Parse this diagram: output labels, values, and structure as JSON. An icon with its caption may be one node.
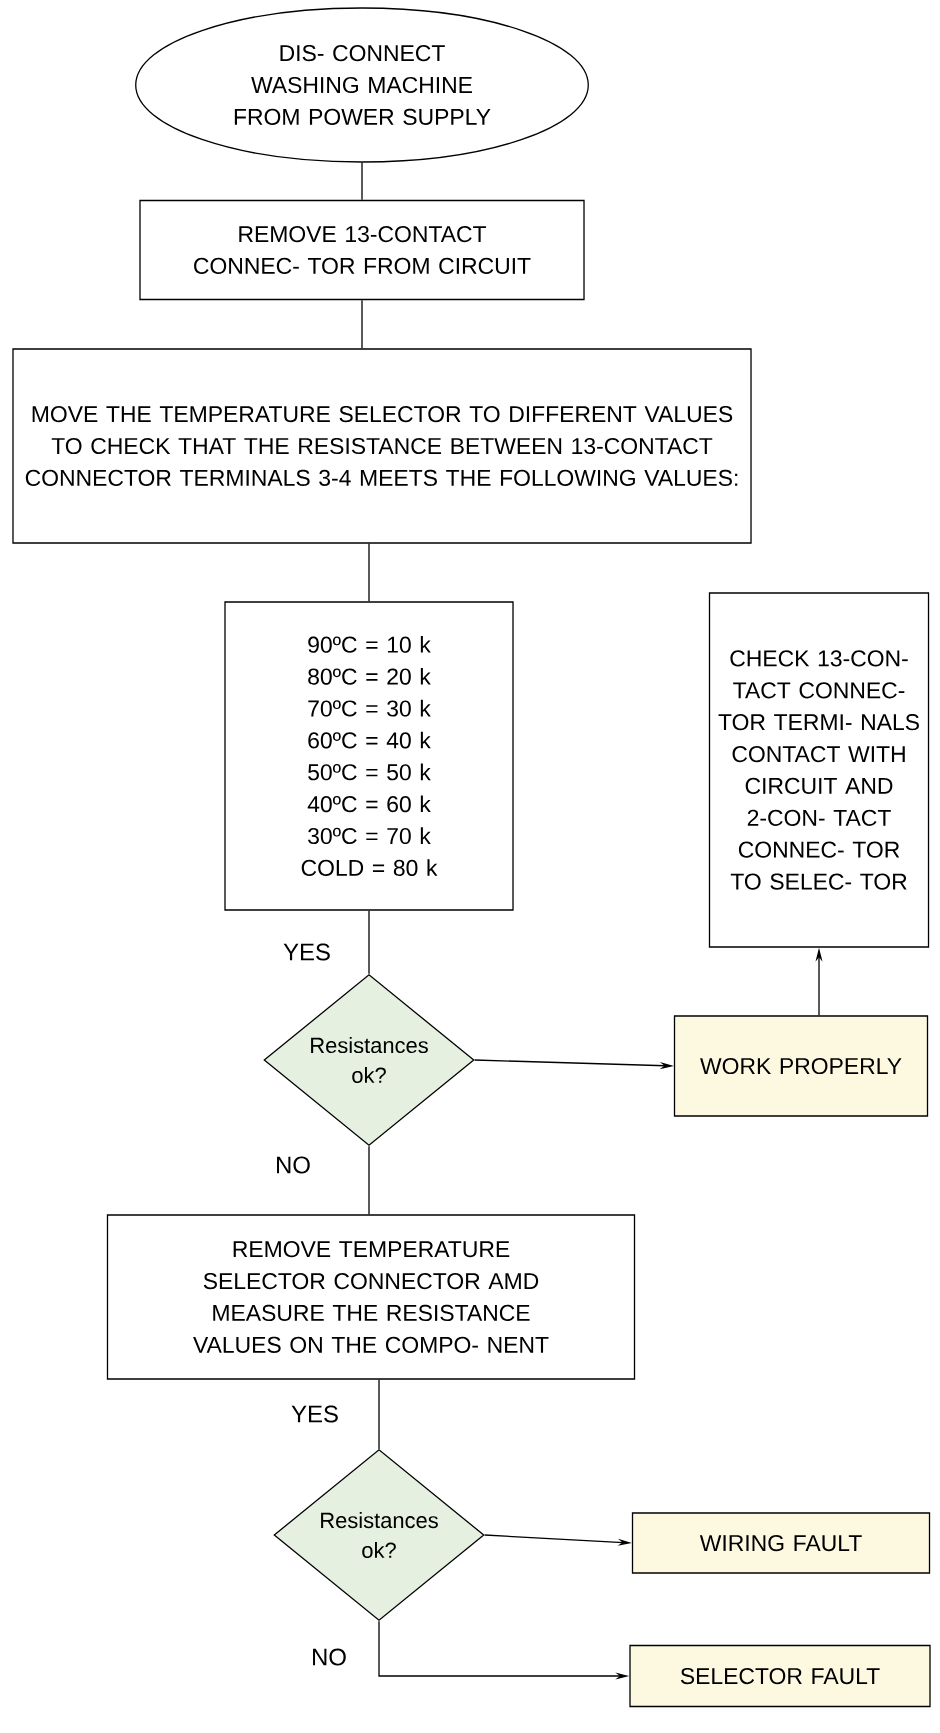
{
  "diagram": {
    "nodes": [
      {
        "text": [
          "DIS- CONNECT WASHING MACHINE FROM POWER SUPPLY"
        ]
      },
      {
        "text": [
          "REMOVE 13-CONTACT CONNEC- TOR FROM CIRCUIT"
        ]
      },
      {
        "text": [
          "MOVE THE TEMPERATURE SELECTOR TO DIFFERENT VALUES TO CHECK THAT THE RESISTANCE BETWEEN 13-CONTACT CONNECTOR TERMINALS 3-4 MEETS THE FOLLOWING VALUES:"
        ]
      },
      {
        "text": [
          "90ºC = 10 k",
          "80ºC = 20 k",
          "70ºC = 30 k",
          "60ºC = 40 k",
          "50ºC = 50 k",
          "40ºC = 60 k",
          "30ºC = 70 k",
          "COLD = 80 k"
        ]
      },
      {
        "text": [
          "Resistances ok?"
        ]
      },
      {
        "text": [
          "WORK PROPERLY"
        ]
      },
      {
        "text": [
          "CHECK 13-CON- TACT CONNEC- TOR TERMI- NALS CONTACT WITH CIRCUIT AND 2-CON- TACT CONNEC- TOR TO SELEC- TOR"
        ]
      },
      {
        "text": [
          "REMOVE TEMPERATURE SELECTOR CONNECTOR AMD MEASURE THE RESISTANCE VALUES ON THE COMPO- NENT"
        ]
      },
      {
        "text": [
          "Resistances ok?"
        ]
      },
      {
        "text": [
          "WIRING FAULT"
        ]
      },
      {
        "text": [
          "SELECTOR FAULT"
        ]
      }
    ],
    "edges": [
      {
        "from": 0,
        "to": 1,
        "arrow": "none"
      },
      {
        "from": 1,
        "to": 2,
        "arrow": "none"
      },
      {
        "from": 2,
        "to": 3,
        "arrow": "none"
      },
      {
        "from": 3,
        "to": 4,
        "arrow": "none",
        "label": "YES"
      },
      {
        "from": 4,
        "to": 5,
        "arrow": "to"
      },
      {
        "from": 5,
        "to": 6,
        "arrow": "to"
      },
      {
        "from": 4,
        "to": 7,
        "arrow": "none",
        "label": "NO"
      },
      {
        "from": 7,
        "to": 8,
        "arrow": "none",
        "label": "YES"
      },
      {
        "from": 8,
        "to": 9,
        "arrow": "to"
      },
      {
        "from": 8,
        "to": 10,
        "arrow": "to",
        "label": "NO"
      }
    ]
  }
}
